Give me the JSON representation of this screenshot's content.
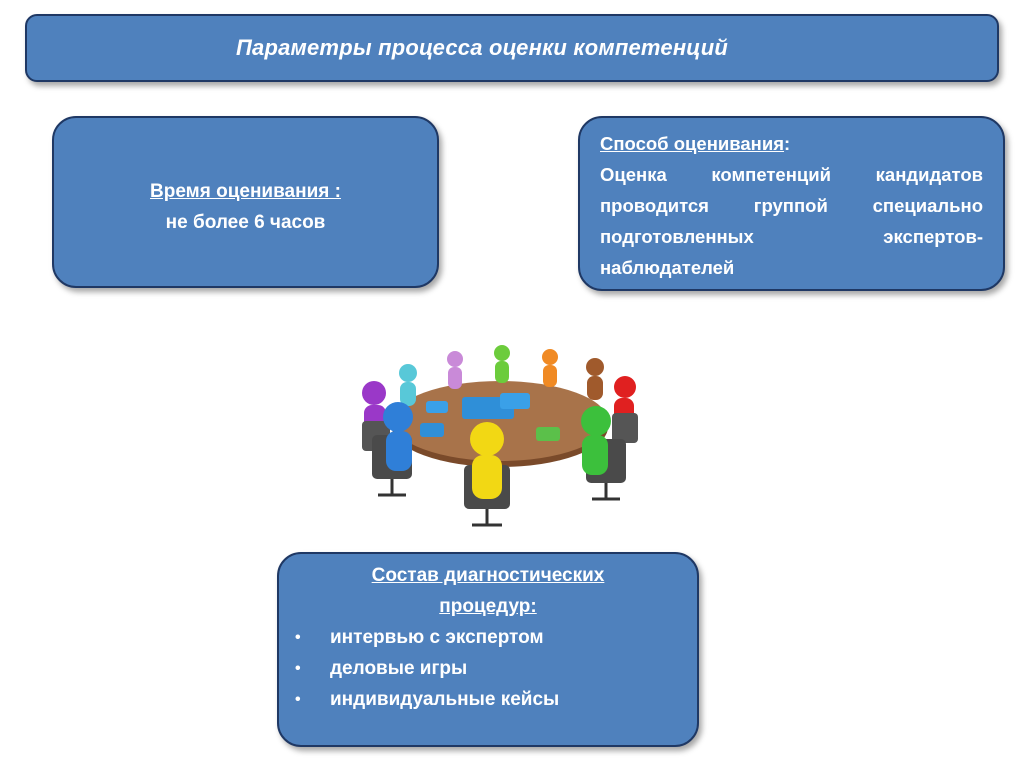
{
  "title": "Параметры процесса оценки компетенций",
  "time": {
    "heading": "Время оценивания :",
    "value": "не более 6 часов"
  },
  "method": {
    "heading": "Способ оценивания",
    "colon": ":",
    "body": "Оценка компетенций кандидатов проводится группой специально подготовленных экспертов-наблюдателей"
  },
  "composition": {
    "heading_line1": "Состав диагностических",
    "heading_line2": "процедур:",
    "items": [
      "интервью с экспертом",
      "деловые игры",
      "индивидуальные кейсы"
    ]
  },
  "colors": {
    "box_fill": "#4f81bd",
    "box_border": "#1f3864",
    "text": "#ffffff"
  }
}
